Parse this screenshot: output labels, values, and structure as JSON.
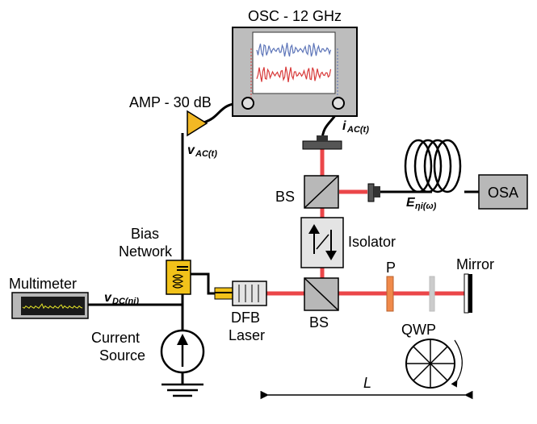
{
  "labels": {
    "osc": "OSC - 12 GHz",
    "amp": "AMP - 30 dB",
    "vac": "v",
    "vac_sub": "AC(t)",
    "iac": "i",
    "iac_sub": "AC(t)",
    "bs_top": "BS",
    "bs_bottom": "BS",
    "osa": "OSA",
    "eta": "E",
    "eta_sub": "ηi(ω)",
    "isolator": "Isolator",
    "bias1": "Bias",
    "bias2": "Network",
    "multimeter": "Multimeter",
    "vdc": "v",
    "vdc_sub": "DC(ηi)",
    "dfb1": "DFB",
    "dfb2": "Laser",
    "polarizer": "P",
    "mirror": "Mirror",
    "qwp": "QWP",
    "current1": "Current",
    "current2": "Source",
    "length": "L"
  },
  "colors": {
    "beam": "#e8262a",
    "amp": "#f2b824",
    "bias_box": "#f2c21a",
    "instrument_gray": "#b8b8b8",
    "screen_bg": "#ffffff",
    "trace_blue": "#5c74b8",
    "trace_red": "#d83a3a",
    "multimeter_trace": "#e6e629",
    "polarizer": "#f08a4a",
    "qwp_plate": "#cccccc"
  },
  "icons": {
    "oscilloscope": "oscilloscope-icon",
    "amplifier": "amplifier-triangle-icon",
    "fiber_coil": "fiber-coil-icon",
    "beam_splitter": "cube-beam-splitter-icon",
    "isolator": "isolator-icon",
    "current_source": "current-source-icon",
    "ground": "ground-icon",
    "qwp": "wheel-icon"
  }
}
